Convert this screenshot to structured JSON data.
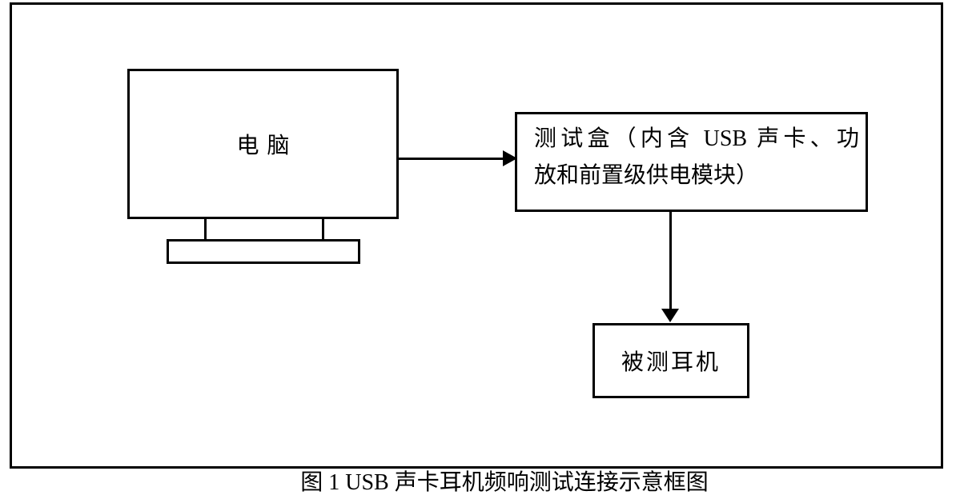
{
  "page": {
    "background": "#ffffff",
    "ink_color": "#000000"
  },
  "figure": {
    "computer": {
      "label": "电脑"
    },
    "test_box": {
      "lines": [
        "测试盒（内含 USB 声卡、功",
        "放和前置级供电模块）"
      ],
      "full_text": "测试盒（内含 USB 声卡、功放和前置级供电模块）"
    },
    "headphone": {
      "label": "被测耳机"
    },
    "connections": [
      {
        "from": "computer",
        "to": "test_box",
        "direction": "right",
        "style": "solid-arrow"
      },
      {
        "from": "test_box",
        "to": "headphone",
        "direction": "down",
        "style": "solid-arrow"
      }
    ],
    "caption_cropped": "图 1 USB 声卡耳机频响测试连接示意框图"
  }
}
